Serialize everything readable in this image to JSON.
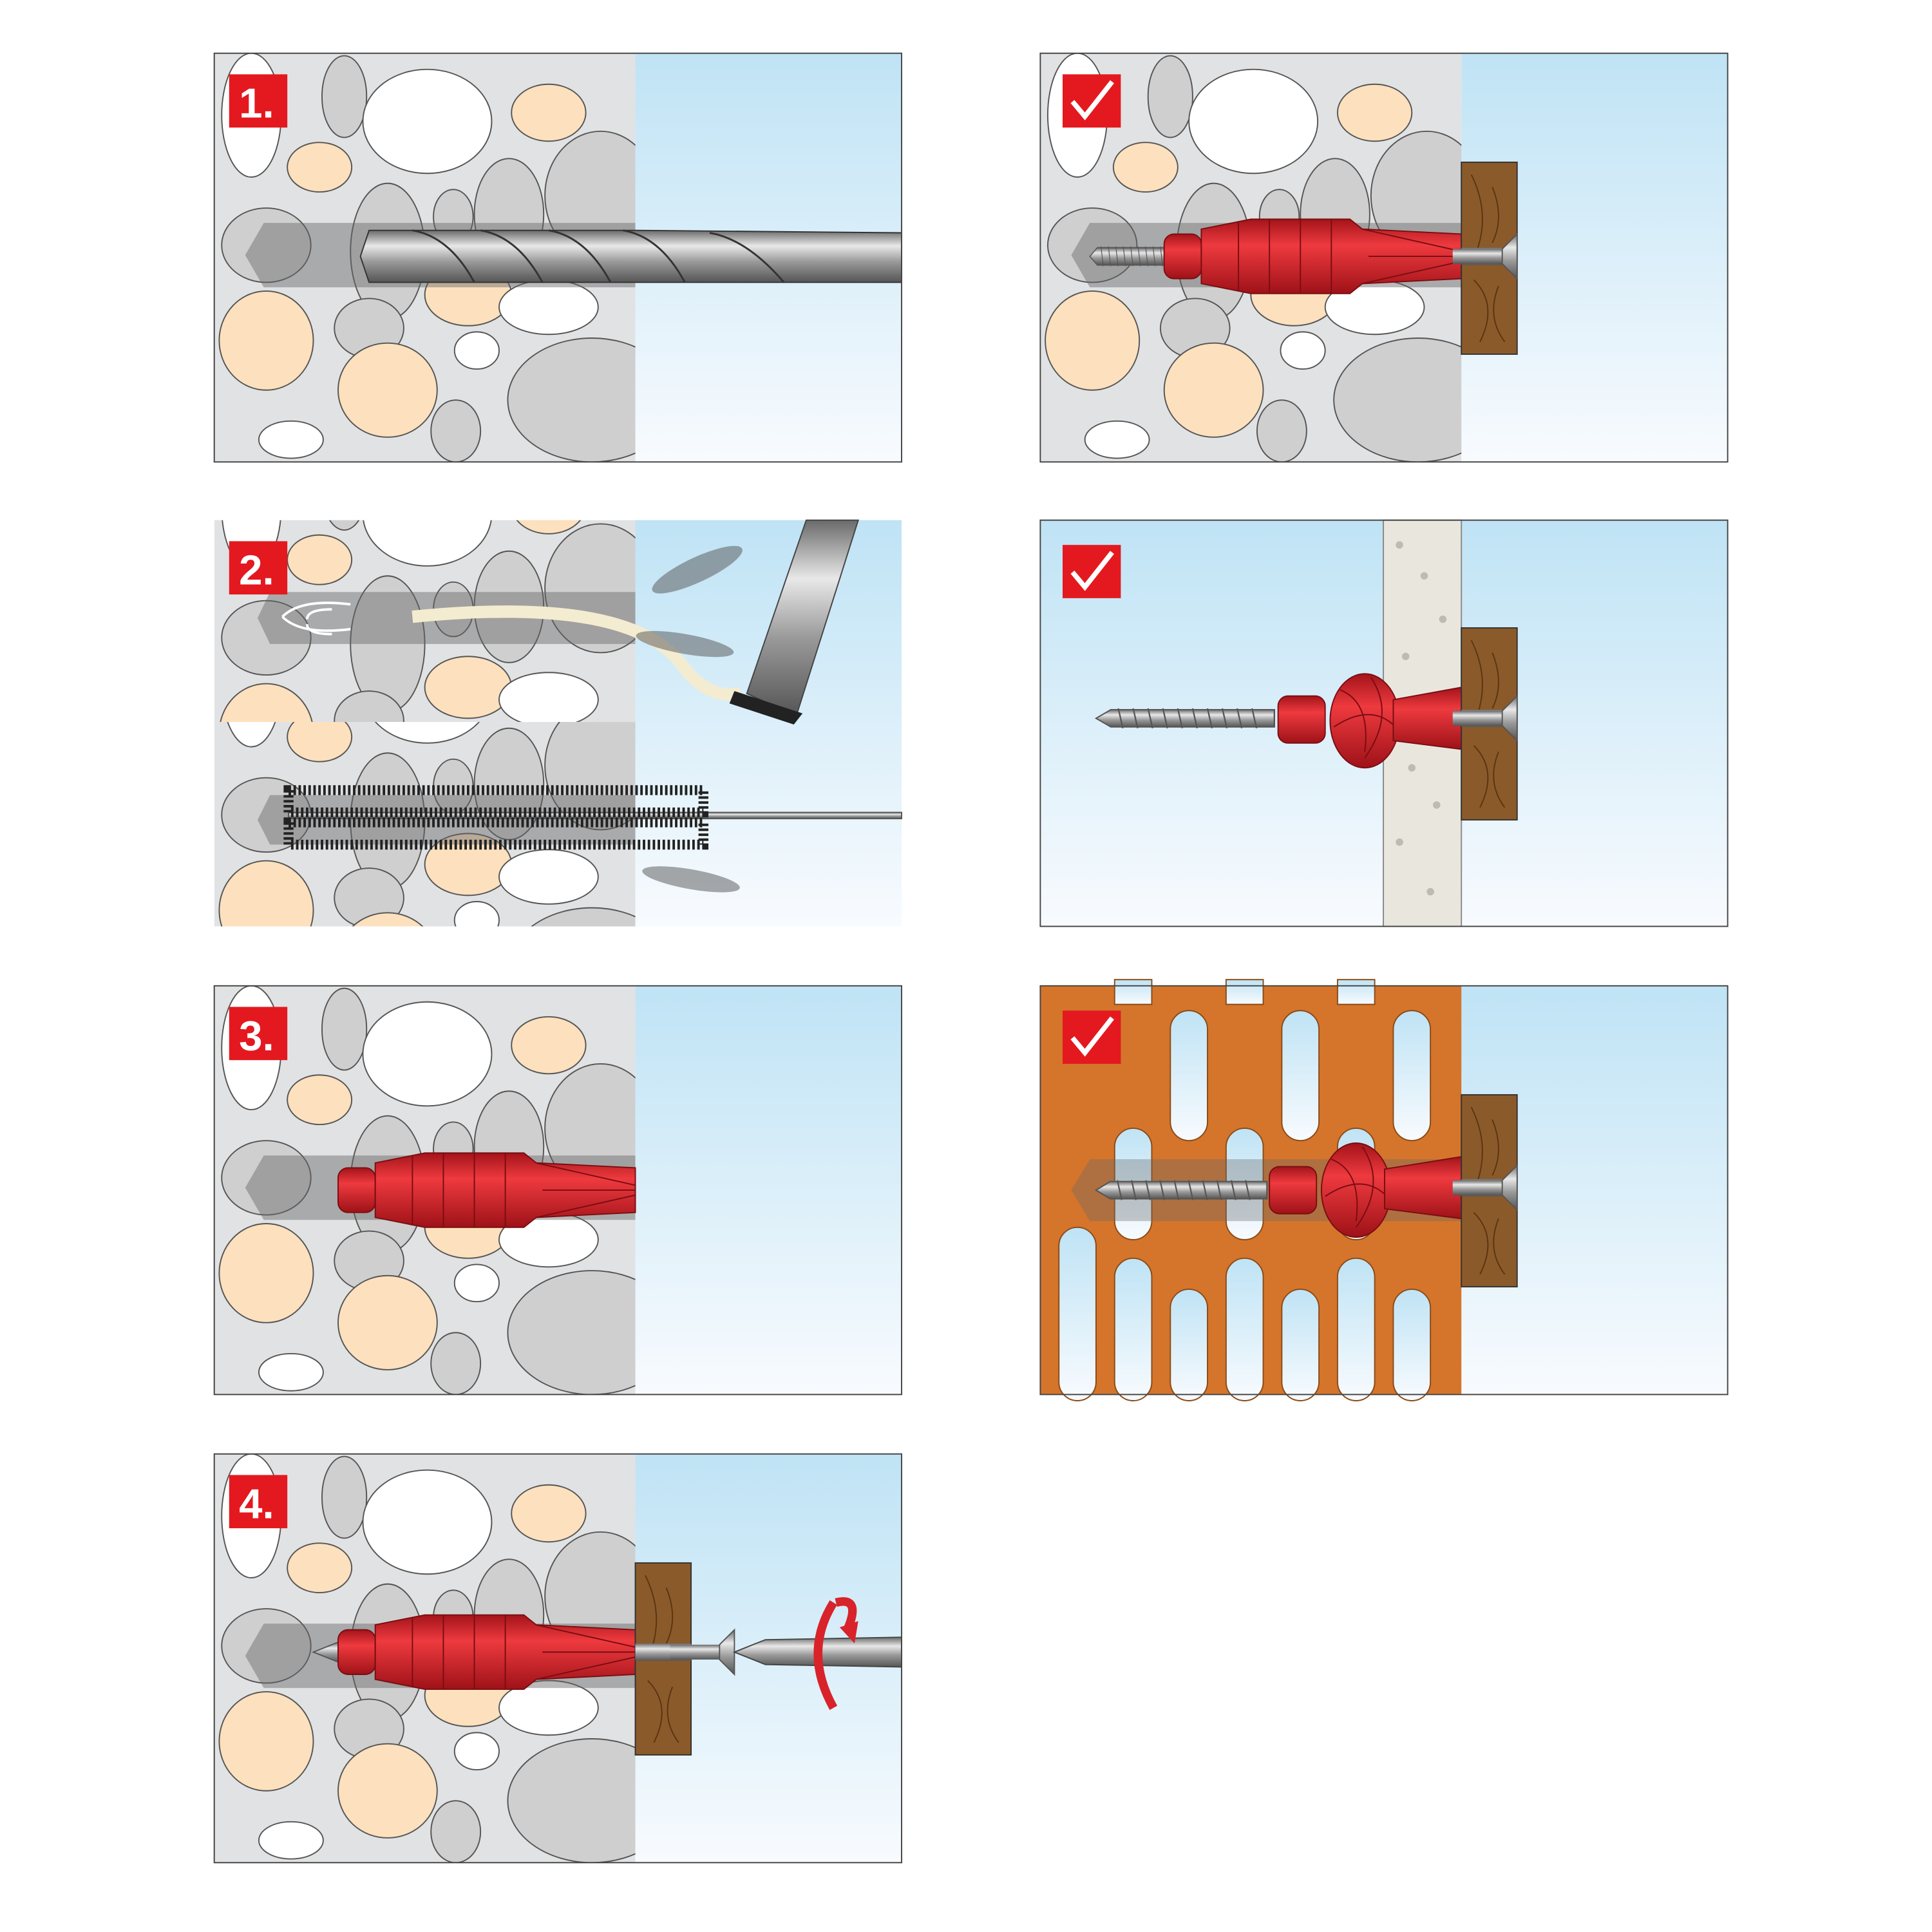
{
  "steps": [
    {
      "label": "1.",
      "action": "drill"
    },
    {
      "label": "2.",
      "action": "clean"
    },
    {
      "label": "3.",
      "action": "insert"
    },
    {
      "label": "4.",
      "action": "screw"
    }
  ],
  "results": [
    {
      "icon": "checkmark-icon",
      "substrate": "concrete"
    },
    {
      "icon": "checkmark-icon",
      "substrate": "board"
    },
    {
      "icon": "checkmark-icon",
      "substrate": "perforated-brick"
    }
  ],
  "colors": {
    "label_red": "#e3191f",
    "anchor_red": "#d8232a",
    "wall_gray": "#e1e2e3",
    "stone_gray": "#cfcfcf",
    "stone_tan": "#fde0bd",
    "sky_top": "#bfe3f5",
    "wood": "#8b5a2b",
    "brick": "#d4752b"
  }
}
